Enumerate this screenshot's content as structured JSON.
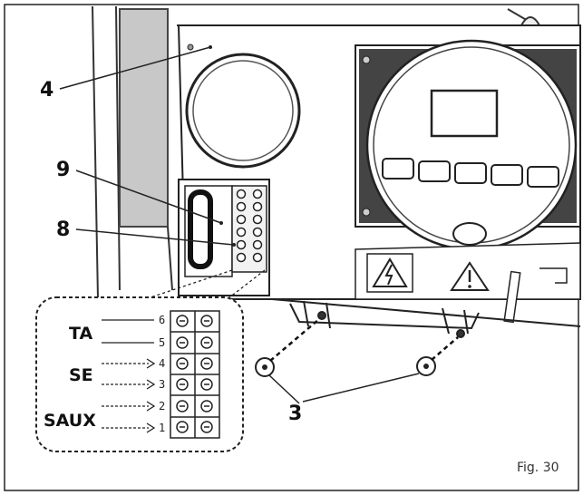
{
  "figure": {
    "caption": "Fig. 30"
  },
  "callouts": {
    "c4": "4",
    "c9": "9",
    "c8": "8",
    "c3": "3"
  },
  "terminals": {
    "labels": {
      "ta": "TA",
      "se": "SE",
      "saux": "SAUX"
    },
    "numbers": [
      "6",
      "5",
      "4",
      "3",
      "2",
      "1"
    ]
  },
  "icons": {
    "warning_electrical": "high-voltage-warning-icon",
    "warning_general": "general-warning-icon"
  }
}
